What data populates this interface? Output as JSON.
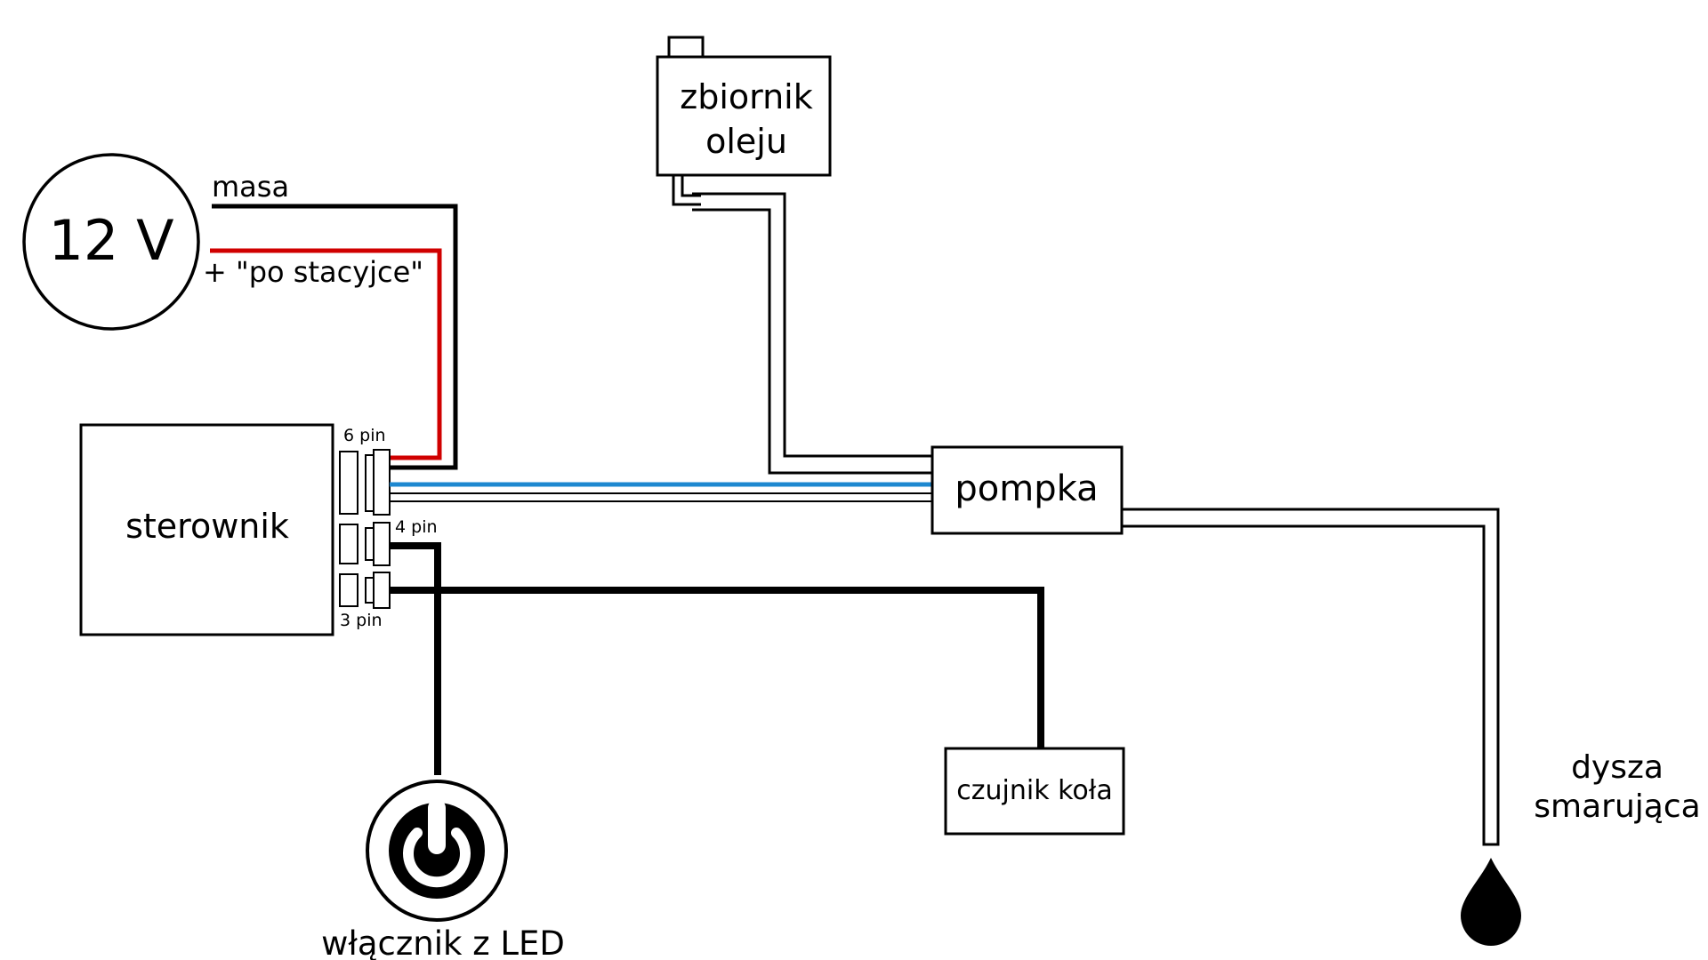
{
  "diagram": {
    "power_source": {
      "label": "12 V"
    },
    "wires": {
      "ground_label": "masa",
      "positive_label": "+ \"po stacyjce\""
    },
    "oil_tank": {
      "line1": "zbiornik",
      "line2": "oleju"
    },
    "controller": {
      "label": "sterownik"
    },
    "connectors": {
      "six_pin": "6 pin",
      "four_pin": "4 pin",
      "three_pin": "3 pin"
    },
    "pump": {
      "label": "pompka"
    },
    "wheel_sensor": {
      "label": "czujnik koła"
    },
    "switch": {
      "label": "włącznik z LED",
      "icon": "power-icon"
    },
    "nozzle": {
      "line1": "dysza",
      "line2": "smarująca",
      "icon": "oil-drop-icon"
    },
    "colors": {
      "wire_ground": "#000000",
      "wire_positive": "#d00000",
      "wire_signal": "#1e88d0",
      "line": "#000000"
    }
  }
}
